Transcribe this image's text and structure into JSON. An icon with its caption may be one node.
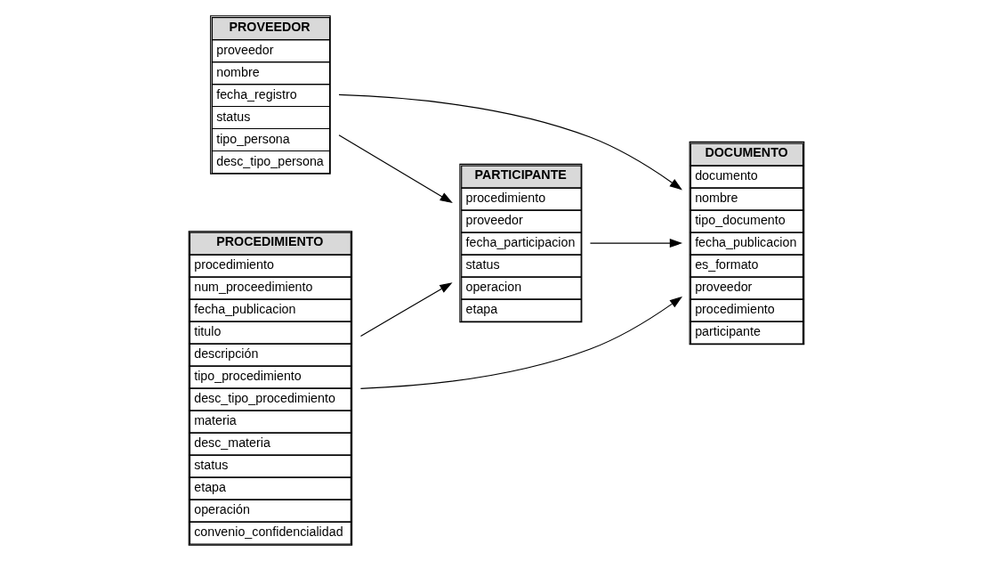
{
  "diagram": {
    "nodes": [
      {
        "text": [
          "PROVEEDOR",
          "proveedor",
          "nombre",
          "fecha_registro",
          "status",
          "tipo_persona",
          "desc_tipo_persona"
        ]
      },
      {
        "text": [
          "DOCUMENTO",
          "documento",
          "nombre",
          "tipo_documento",
          "fecha_publicacion",
          "es_formato",
          "proveedor",
          "procedimiento",
          "participante"
        ]
      },
      {
        "text": [
          "PROCEDIMIENTO",
          "procedimiento",
          "num_proceedimiento",
          "fecha_publicacion",
          "titulo",
          "descripción",
          "tipo_procedimiento",
          "desc_tipo_procedimiento",
          "materia",
          "desc_materia",
          "status",
          "etapa",
          "operación",
          "convenio_confidencialidad"
        ]
      },
      {
        "text": [
          "PARTICIPANTE",
          "procedimiento",
          "proveedor",
          "fecha_participacion",
          "status",
          "operacion",
          "etapa"
        ]
      }
    ],
    "edges": [
      {
        "from": 0,
        "to": 1,
        "arrow": "to"
      },
      {
        "from": 0,
        "to": 3,
        "arrow": "to"
      },
      {
        "from": 2,
        "to": 1,
        "arrow": "to"
      },
      {
        "from": 2,
        "to": 3,
        "arrow": "to"
      },
      {
        "from": 3,
        "to": 1,
        "arrow": "to"
      }
    ]
  }
}
